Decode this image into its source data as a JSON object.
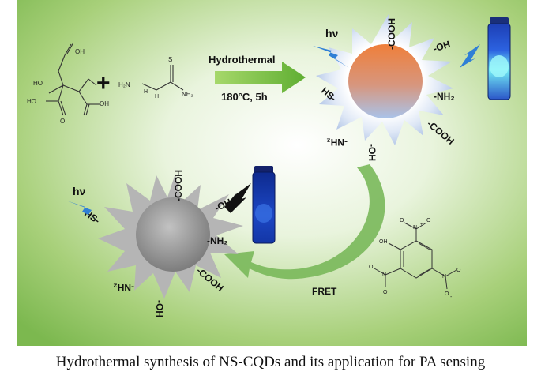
{
  "reaction": {
    "arrow_label": "Hydrothermal",
    "conditions": "180°C, 5h",
    "plus": "+",
    "citric_acid": {
      "oh1": "OH",
      "ho1": "HO",
      "oh2": "OH",
      "ho2": "HO",
      "o": "O"
    },
    "thiosemicarbazide": {
      "s": "S",
      "h2n": "H₂N",
      "nh2": "NH₂",
      "h1": "H",
      "h2": "H"
    }
  },
  "light": {
    "hv": "hν"
  },
  "fluorescent_dot": {
    "groups": {
      "cooh_top": "-COOH",
      "oh_right": "-OH",
      "hs": "HS-",
      "nh2": "-NH₂",
      "nh2_flipped": "-NH₂",
      "cooh_bottom": "-COOH",
      "oh_bottom": "-OH"
    }
  },
  "quenched_dot": {
    "groups": {
      "cooh_top": "-COOH",
      "oh": "-OH",
      "hs": "HS-",
      "nh2": "-NH₂",
      "nh2_flipped": "-NH₂",
      "cooh_bottom": "-COOH",
      "oh_bottom": "-OH"
    }
  },
  "fret_label": "FRET",
  "picric_acid": {
    "oh": "OH",
    "n": "N",
    "o": "O",
    "plus": "+",
    "minus": "-"
  },
  "caption": "Hydrothermal synthesis of NS-CQDs and its application for PA sensing"
}
